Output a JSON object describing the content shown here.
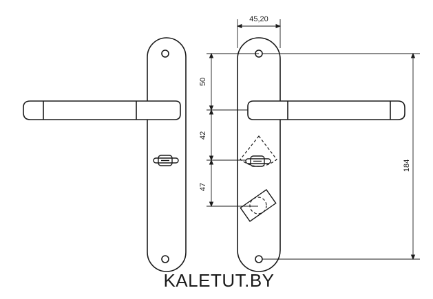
{
  "diagram": {
    "dimensions": {
      "width_top": "45,20",
      "top_to_handle": "50",
      "handle_to_keyhole": "42",
      "keyhole_to_turn": "47",
      "total_height": "184"
    },
    "watermark": "KALETUT.BY"
  }
}
